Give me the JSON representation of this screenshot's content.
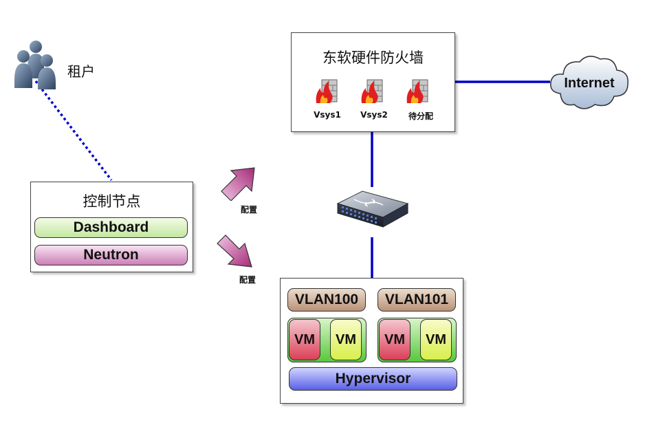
{
  "tenant": {
    "label": "租户",
    "icon": "users-icon"
  },
  "firewall": {
    "title": "东软硬件防火墙",
    "systems": [
      {
        "label": "Vsys1",
        "icon": "firewall-icon"
      },
      {
        "label": "Vsys2",
        "icon": "firewall-icon"
      },
      {
        "label": "待分配",
        "icon": "firewall-icon"
      }
    ]
  },
  "internet": {
    "label": "Internet",
    "icon": "cloud-icon"
  },
  "control_node": {
    "title": "控制节点",
    "components": [
      "Dashboard",
      "Neutron"
    ]
  },
  "config_arrows": [
    {
      "label": "配置",
      "icon": "arrow-icon"
    },
    {
      "label": "配置",
      "icon": "arrow-icon"
    }
  ],
  "switch": {
    "icon": "network-switch-icon"
  },
  "compute": {
    "vlans": [
      {
        "label": "VLAN100",
        "vms": [
          "VM",
          "VM"
        ]
      },
      {
        "label": "VLAN101",
        "vms": [
          "VM",
          "VM"
        ]
      }
    ],
    "hypervisor": "Hypervisor"
  },
  "colors": {
    "link": "#0000cc",
    "dashboard": "#c3e7a0",
    "neutron": "#cc7fb7",
    "vlan": "#b99278",
    "vm_group": "#57c83a",
    "vm_red": "#db3f58",
    "vm_yellow": "#d8ef4a",
    "hypervisor": "#5a60e6",
    "arrow": "#b0337f"
  }
}
